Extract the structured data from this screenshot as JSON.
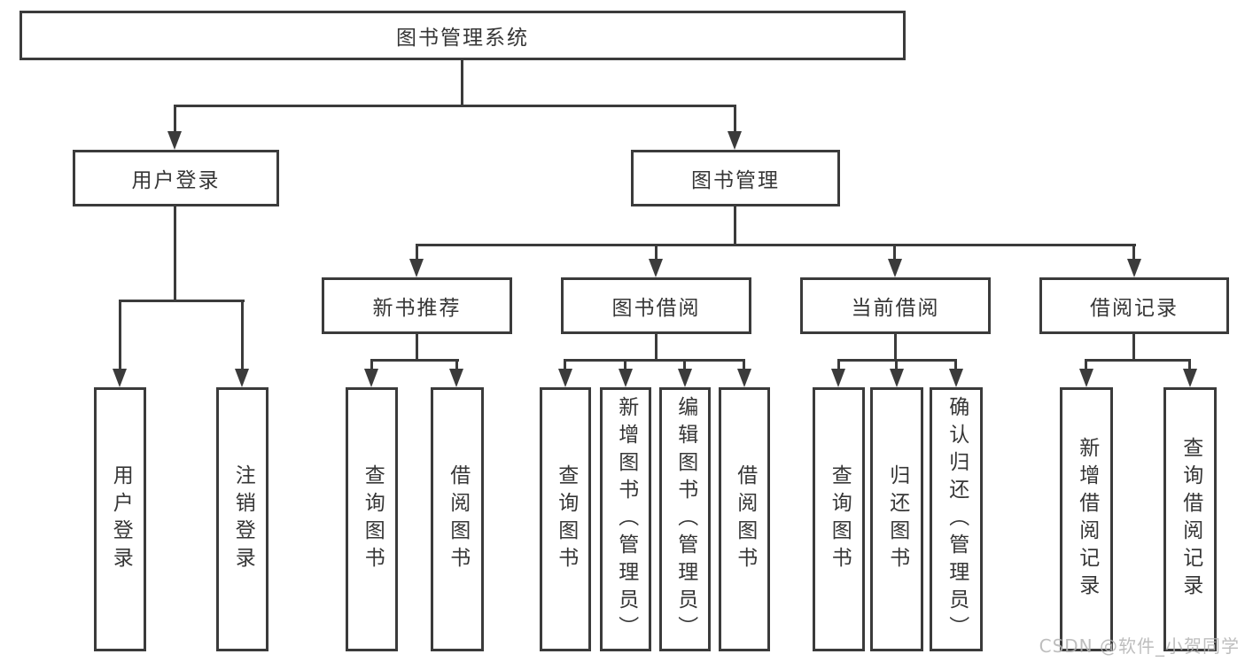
{
  "diagram": {
    "root": "图书管理系统",
    "branches": [
      {
        "label": "用户登录",
        "leaves": [
          "用户登录",
          "注销登录"
        ]
      },
      {
        "label": "图书管理",
        "groups": [
          {
            "label": "新书推荐",
            "leaves": [
              "查询图书",
              "借阅图书"
            ]
          },
          {
            "label": "图书借阅",
            "leaves": [
              "查询图书",
              "新增图书（管理员）",
              "编辑图书（管理员）",
              "借阅图书"
            ]
          },
          {
            "label": "当前借阅",
            "leaves": [
              "查询图书",
              "归还图书",
              "确认归还（管理员）"
            ]
          },
          {
            "label": "借阅记录",
            "leaves": [
              "新增借阅记录",
              "查询借阅记录"
            ]
          }
        ]
      }
    ]
  },
  "watermark": "CSDN @软件_小贺同学",
  "colors": {
    "line": "#3b3b3b",
    "text": "#363636",
    "watermark": "#b3b3b3",
    "background": "#ffffff"
  }
}
